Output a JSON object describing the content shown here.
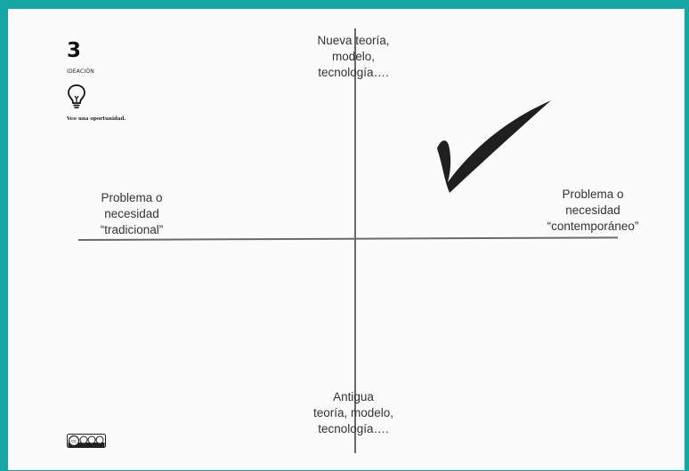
{
  "brand": {
    "number": "3",
    "section": "IDEACIÓN",
    "tagline": "Veo una oportunidad."
  },
  "quadrant": {
    "top": "Nueva teoría,\nmodelo,\ntecnología….",
    "bottom": "Antigua\nteoría, modelo,\ntecnología….",
    "left": "Problema o\nnecesidad\n“tradicional”",
    "right": "Problema o\nnecesidad\n“contemporáneo”"
  },
  "icons": {
    "idea": "lightbulb-icon",
    "license": "creative-commons-badge-icon",
    "mark": "checkmark-icon"
  },
  "colors": {
    "frame": "#14a7a4",
    "card": "#fbfbfb",
    "check": "#1f1f1f"
  }
}
